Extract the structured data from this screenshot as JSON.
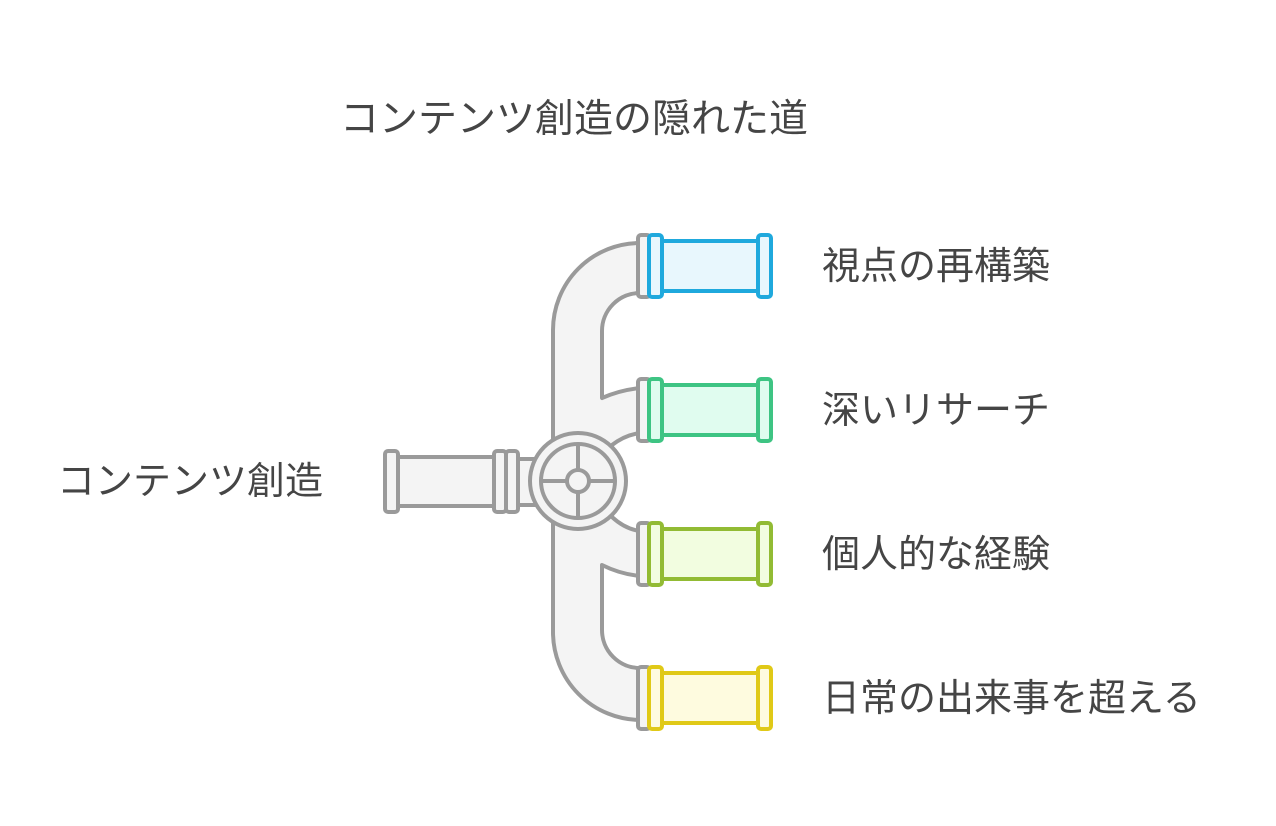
{
  "title": "コンテンツ創造の隠れた道",
  "root_label": "コンテンツ創造",
  "branches": [
    {
      "label": "視点の再構築",
      "color": "#1fa9dd",
      "fill": "#e8f7fd"
    },
    {
      "label": "深いリサーチ",
      "color": "#3ec483",
      "fill": "#e0fcef"
    },
    {
      "label": "個人的な経験",
      "color": "#92bb34",
      "fill": "#f2fde0"
    },
    {
      "label": "日常の出来事を超える",
      "color": "#e0c917",
      "fill": "#fefbdf"
    }
  ],
  "pipe_color": "#9a9a9a",
  "pipe_fill": "#f4f4f4"
}
